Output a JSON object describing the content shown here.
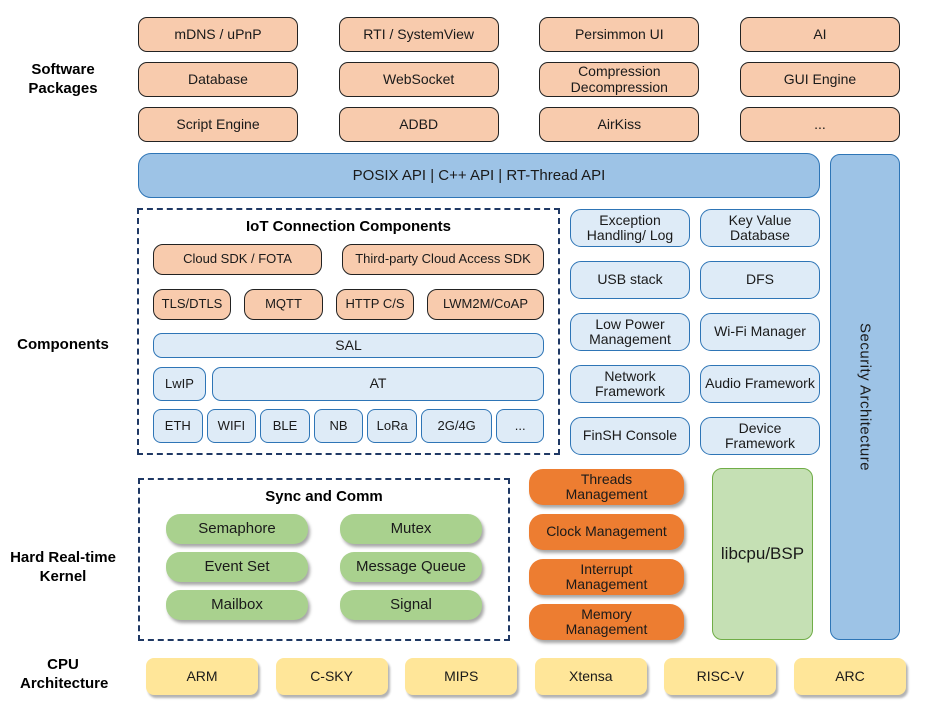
{
  "side_labels": {
    "software_packages": "Software Packages",
    "components": "Components",
    "kernel": "Hard Real-time Kernel",
    "cpu": "CPU Architecture"
  },
  "software_packages": {
    "items": [
      "mDNS / uPnP",
      "RTI / SystemView",
      "Persimmon UI",
      "AI",
      "Database",
      "WebSocket",
      "Compression Decompression",
      "GUI Engine",
      "Script Engine",
      "ADBD",
      "AirKiss",
      "..."
    ]
  },
  "api_bar": {
    "label": "POSIX API | C++ API | RT-Thread API"
  },
  "security_bar": {
    "label": "Security Architecture"
  },
  "iot": {
    "title": "IoT Connection Components",
    "cloud_row": [
      "Cloud SDK / FOTA",
      "Third-party Cloud Access SDK"
    ],
    "protocol_row": [
      "TLS/DTLS",
      "MQTT",
      "HTTP C/S",
      "LWM2M/CoAP"
    ],
    "sal": "SAL",
    "lwip": "LwIP",
    "at": "AT",
    "link_row": [
      "ETH",
      "WIFI",
      "BLE",
      "NB",
      "LoRa",
      "2G/4G",
      "..."
    ]
  },
  "components": {
    "items": [
      "Exception Handling/ Log",
      "Key Value Database",
      "USB stack",
      "DFS",
      "Low Power Management",
      "Wi-Fi Manager",
      "Network Framework",
      "Audio Framework",
      "FinSH Console",
      "Device Framework"
    ]
  },
  "kernel": {
    "sync_title": "Sync and Comm",
    "sync_items": [
      "Semaphore",
      "Mutex",
      "Event Set",
      "Message Queue",
      "Mailbox",
      "Signal"
    ],
    "management_items": [
      "Threads Management",
      "Clock Management",
      "Interrupt Management",
      "Memory Management"
    ],
    "libcpu": "libcpu/BSP"
  },
  "cpu": {
    "items": [
      "ARM",
      "C-SKY",
      "MIPS",
      "Xtensa",
      "RISC-V",
      "ARC"
    ]
  },
  "colors": {
    "package_fill": "#F8CBAD",
    "api_fill": "#9DC3E6",
    "api_border": "#2E75B6",
    "component_fill": "#DEEBF7",
    "sync_fill": "#A9D18E",
    "management_fill": "#ED7D31",
    "libcpu_fill": "#C5E0B4",
    "cpu_fill": "#FFE699",
    "dashed_border": "#1F3864"
  }
}
